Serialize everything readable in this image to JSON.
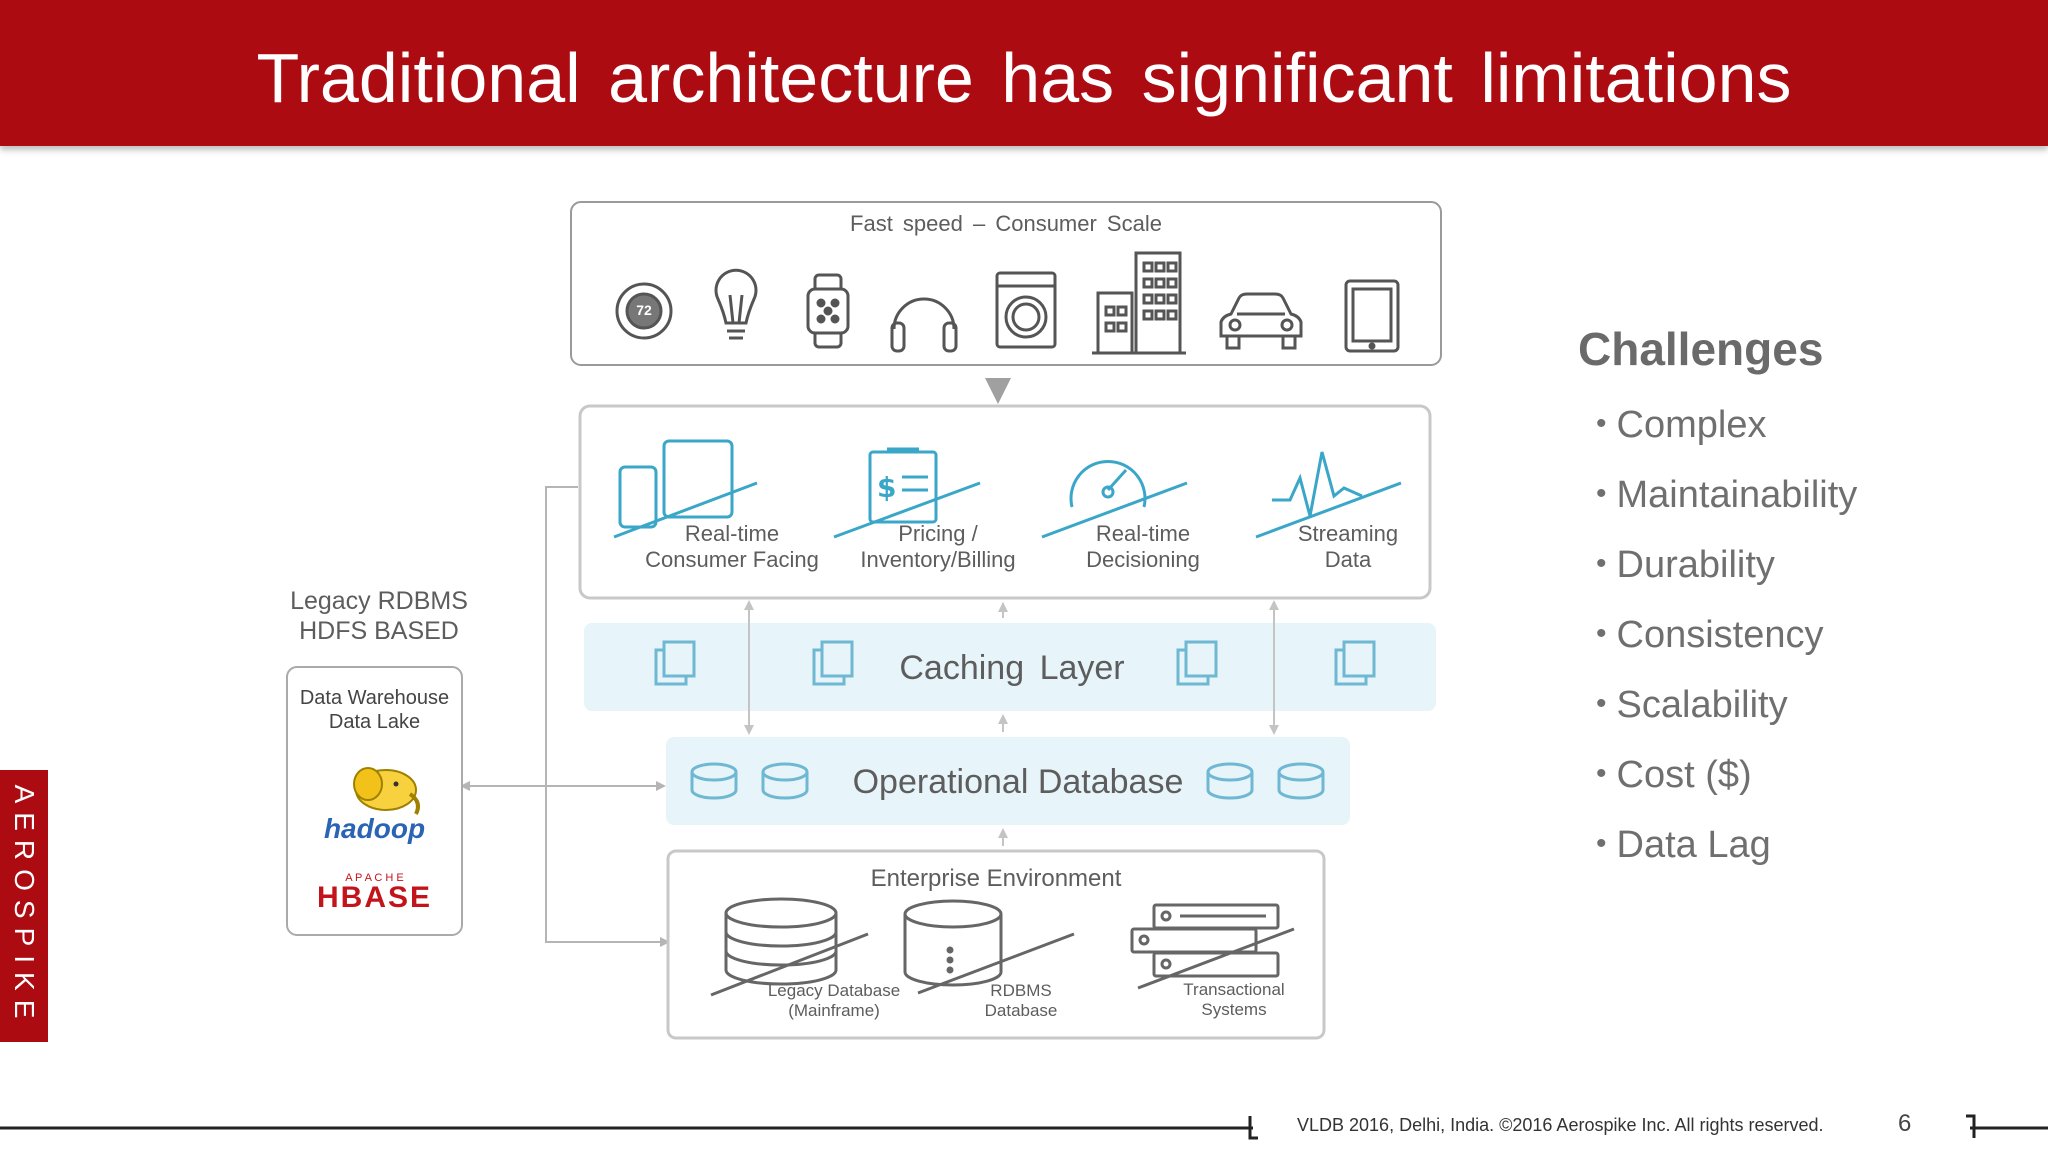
{
  "slide": {
    "title": "Traditional architecture has significant limitations",
    "page_number": "6",
    "footer": "VLDB 2016, Delhi, India. ©2016 Aerospike Inc. All rights reserved."
  },
  "brand": {
    "side_label": "AEROSPIKE",
    "color": "#ad0b12"
  },
  "diagram": {
    "consumer_box": {
      "label": "Fast speed – Consumer Scale",
      "icons": [
        "thermostat-icon",
        "light-bulb-icon",
        "smartwatch-icon",
        "headphones-icon",
        "washing-machine-icon",
        "buildings-icon",
        "car-icon",
        "tablet-icon"
      ],
      "thermostat_value": "72"
    },
    "apps": [
      {
        "icon": "devices-icon",
        "line1": "Real-time",
        "line2": "Consumer Facing"
      },
      {
        "icon": "billing-icon",
        "line1": "Pricing /",
        "line2": "Inventory/Billing"
      },
      {
        "icon": "speedometer-icon",
        "line1": "Real-time",
        "line2": "Decisioning"
      },
      {
        "icon": "pulse-icon",
        "line1": "Streaming",
        "line2": "Data"
      }
    ],
    "caching_layer": "Caching Layer",
    "operational_db": "Operational Database",
    "enterprise": {
      "title": "Enterprise Environment",
      "items": [
        {
          "icon": "database-stack-icon",
          "line1": "Legacy Database",
          "line2": "(Mainframe)"
        },
        {
          "icon": "rdbms-icon",
          "line1": "RDBMS",
          "line2": "Database"
        },
        {
          "icon": "server-rack-icon",
          "line1": "Transactional",
          "line2": "Systems"
        }
      ]
    },
    "legacy": {
      "line1": "Legacy RDBMS",
      "line2": "HDFS BASED",
      "box_line1": "Data Warehouse",
      "box_line2": "Data Lake",
      "hadoop": "hadoop",
      "apache": "A P A C H E",
      "hbase": "HBASE"
    }
  },
  "challenges": {
    "title": "Challenges",
    "items": [
      "Complex",
      "Maintainability",
      "Durability",
      "Consistency",
      "Scalability",
      "Cost ($)",
      "Data Lag"
    ]
  }
}
